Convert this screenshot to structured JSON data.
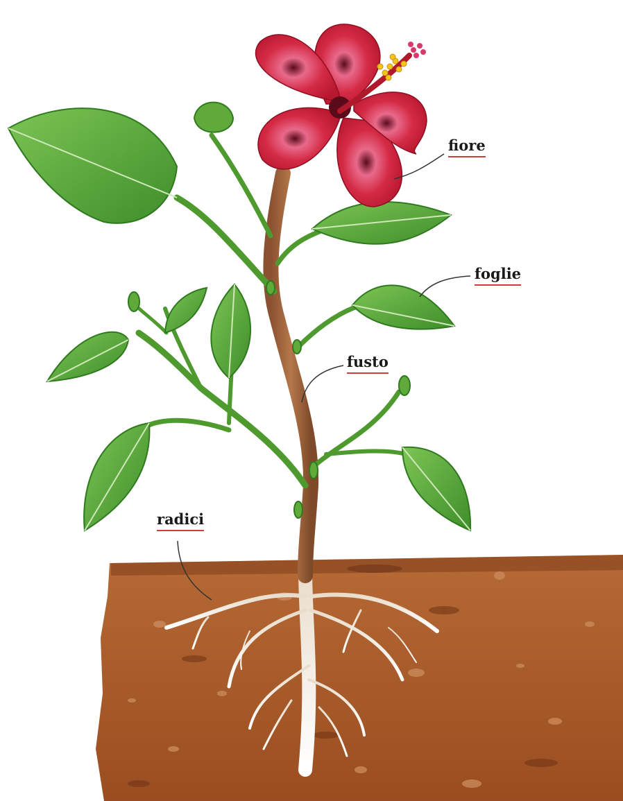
{
  "labels": {
    "flower": "fiore",
    "leaves": "foglie",
    "stem": "fusto",
    "roots": "radici"
  },
  "colors": {
    "petal": "#c8203a",
    "petal_dark": "#8e0e22",
    "leaf": "#5fae3c",
    "leaf_dark": "#2f7a1f",
    "stem": "#a0643a",
    "soil": "#a8592a",
    "root": "#f2ede6",
    "underline": "#d33a3a"
  }
}
